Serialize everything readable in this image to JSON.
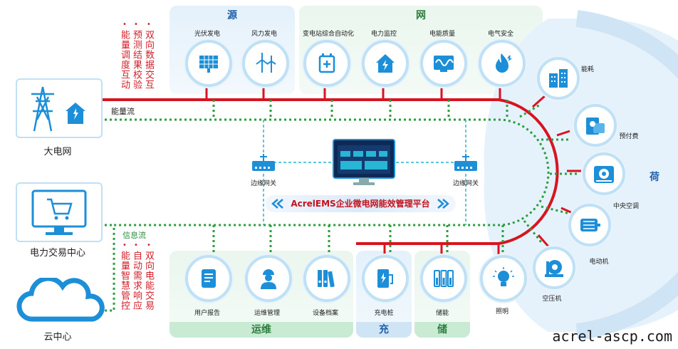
{
  "sections": {
    "yuan": "源",
    "wang": "网",
    "he": "荷",
    "yunwei": "运维",
    "chong": "充",
    "chu": "储"
  },
  "nodes": {
    "pv": "光伏发电",
    "wind": "风力发电",
    "substation": "变电站综合自动化",
    "power_monitor": "电力监控",
    "power_quality": "电能质量",
    "electrical_safety": "电气安全",
    "energy": "能耗",
    "prepaid": "预付费",
    "hvac": "中央空调",
    "motor": "电动机",
    "compressor": "空压机",
    "lighting": "照明",
    "storage": "储能",
    "charger": "充电桩",
    "archive": "设备档案",
    "ops": "运维管理",
    "report": "用户报告"
  },
  "external": {
    "grid": "大电网",
    "trading": "电力交易中心",
    "cloud": "云中心"
  },
  "flows": {
    "energy_flow": "能量流",
    "info_flow": "信息流"
  },
  "side_text": {
    "col1": "能量调度互动",
    "col2": "预测结果校验",
    "col3": "双向数据交互",
    "col4": "能量智慧管控",
    "col5": "自动需求响应",
    "col6": "双向电能交易",
    "dots": "•"
  },
  "gateways": {
    "left": "边缘网关",
    "right": "边缘网关"
  },
  "platform_title": "AcrelEMS企业微电网能效管理平台",
  "watermark": "acrel-ascp.com",
  "colors": {
    "energy_line": "#d7141f",
    "info_line": "#2a9d3f",
    "gateway_line": "#27b6d6",
    "circle_border": "#bfe0f5",
    "icon_blue": "#1d8fd8"
  }
}
